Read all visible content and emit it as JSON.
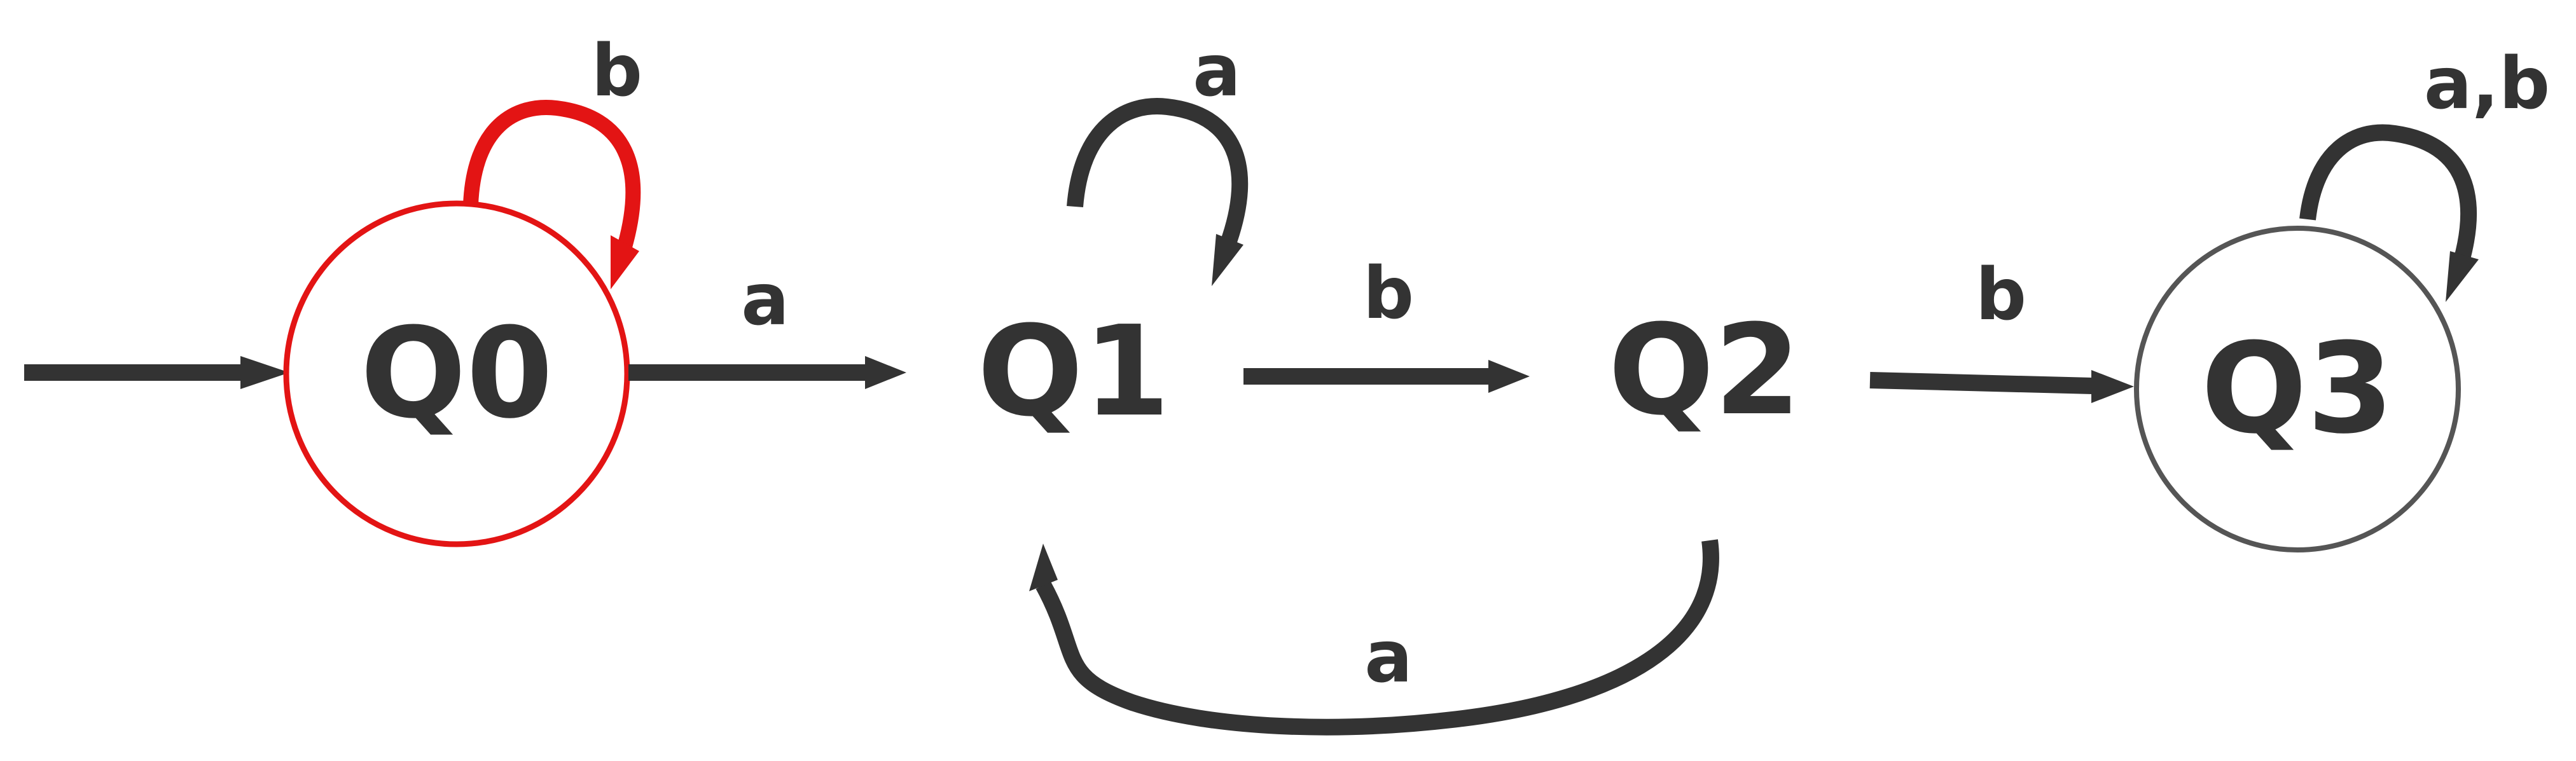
{
  "diagram": {
    "states": {
      "q0": {
        "label": "Q0"
      },
      "q1": {
        "label": "Q1"
      },
      "q2": {
        "label": "Q2"
      },
      "q3": {
        "label": "Q3"
      }
    },
    "transitions": {
      "q0_loop": {
        "symbol": "b"
      },
      "q0_q1": {
        "symbol": "a"
      },
      "q1_loop": {
        "symbol": "a"
      },
      "q1_q2": {
        "symbol": "b"
      },
      "q2_q3": {
        "symbol": "b"
      },
      "q2_q1": {
        "symbol": "a"
      },
      "q3_loop": {
        "symbol": "a,b"
      }
    },
    "colors": {
      "highlight": "#e31414",
      "edge": "#333333",
      "final_state_border": "#555555"
    }
  }
}
